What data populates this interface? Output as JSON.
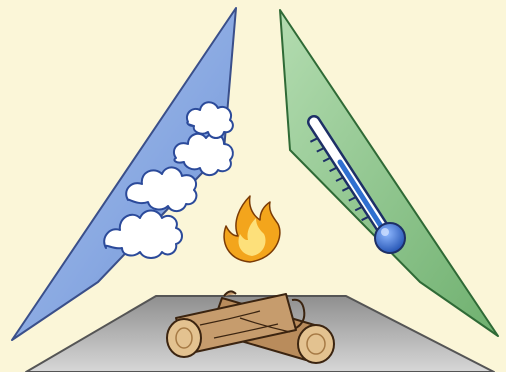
{
  "diagram": {
    "panels": [
      {
        "id": "weather",
        "icon": "cloud-icon"
      },
      {
        "id": "temperature",
        "icon": "thermometer-icon"
      },
      {
        "id": "fuel",
        "icon": "logs-icon"
      }
    ],
    "center": {
      "icon": "flame-icon"
    }
  },
  "colors": {
    "background": "#fbf6d8",
    "weather_panel": "#8eaee6",
    "temperature_panel": "#92c992",
    "fuel_panel": "#b9b9b9",
    "flame_outer": "#f3a51c",
    "flame_inner": "#fde07a",
    "thermometer_bulb": "#2f6fd0",
    "log_wood": "#c69c6d",
    "log_end": "#e3c290"
  }
}
